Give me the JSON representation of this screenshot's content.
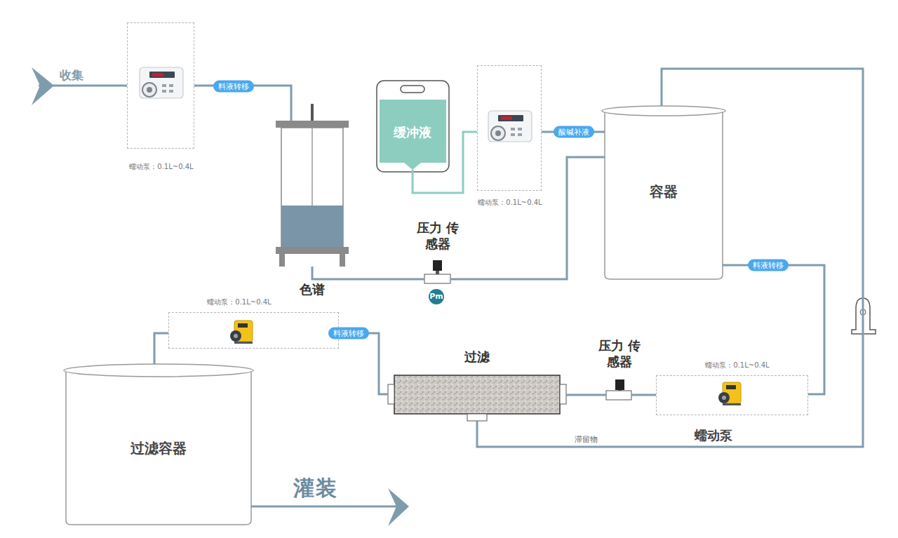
{
  "diagram": {
    "nodes": [
      {
        "text": [
          "蠕动泵：0.1L~0.4L"
        ]
      },
      {
        "text": [
          "色谱"
        ]
      },
      {
        "text": [
          "缓冲液"
        ]
      },
      {
        "text": [
          "蠕动泵：0.1L~0.4L"
        ]
      },
      {
        "text": [
          "容器"
        ]
      },
      {
        "text": [
          "压力 传感器"
        ]
      },
      {
        "text": [
          "蠕动泵：0.1L~0.4L"
        ]
      },
      {
        "text": [
          "压力 传感器"
        ]
      },
      {
        "text": [
          "过滤"
        ]
      },
      {
        "text": [
          "蠕动泵：0.1L~0.4L"
        ]
      },
      {
        "text": [
          "过滤容器"
        ]
      }
    ],
    "edges": [
      {
        "from": 0,
        "to": 1,
        "label": "料液转移",
        "arrow": "none"
      },
      {
        "from": 1,
        "to": 5,
        "arrow": "none"
      },
      {
        "from": 5,
        "to": 4,
        "arrow": "none"
      },
      {
        "from": 2,
        "to": 3,
        "arrow": "none"
      },
      {
        "from": 3,
        "to": 4,
        "label": "酸碱补液",
        "arrow": "none"
      },
      {
        "from": 4,
        "to": 6,
        "label": "料液转移",
        "arrow": "none"
      },
      {
        "from": 6,
        "to": 7,
        "arrow": "none"
      },
      {
        "from": 7,
        "to": 8,
        "arrow": "none"
      },
      {
        "from": 8,
        "to": 9,
        "label": "料液转移",
        "arrow": "none"
      },
      {
        "from": 9,
        "to": 10,
        "arrow": "none"
      },
      {
        "from": 8,
        "to": 4,
        "label": "滞留物",
        "arrow": "none"
      }
    ],
    "labels": [
      "收集",
      "Pm",
      "蠕动泵",
      "灌装"
    ]
  }
}
